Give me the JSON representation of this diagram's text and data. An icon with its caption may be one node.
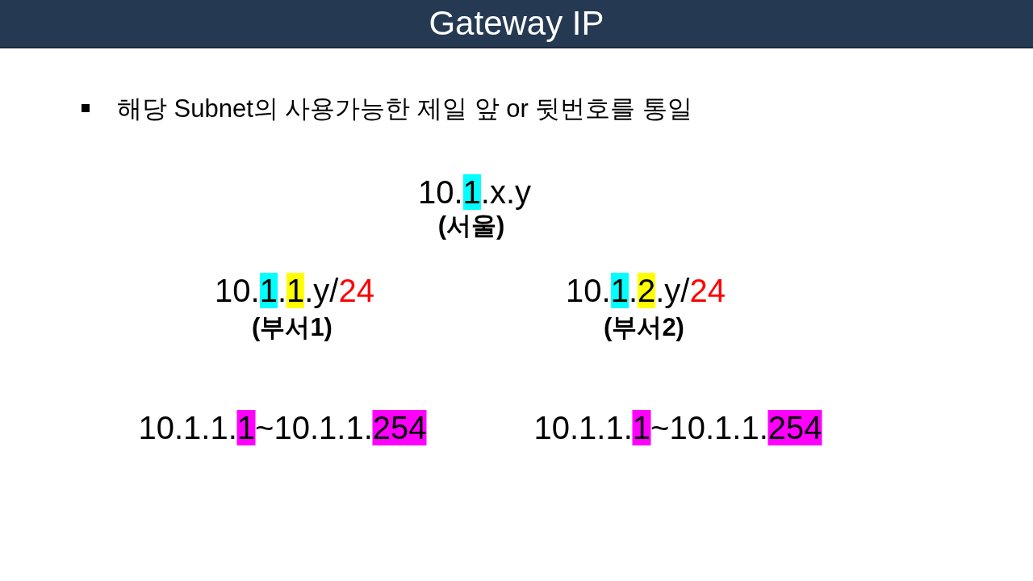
{
  "diagram": {
    "title": "Gateway IP",
    "labels": [
      "해당 Subnet의 사용가능한 제일 앞 or  뒷번호를 통일",
      "10.1.x.y",
      "(서울)",
      "10.1.1.y/24",
      "10.1.2.y/24",
      "(부서1)",
      "(부서2)",
      "10.1.1.1~10.1.1.254",
      "10.1.1.1~10.1.1.254"
    ]
  }
}
